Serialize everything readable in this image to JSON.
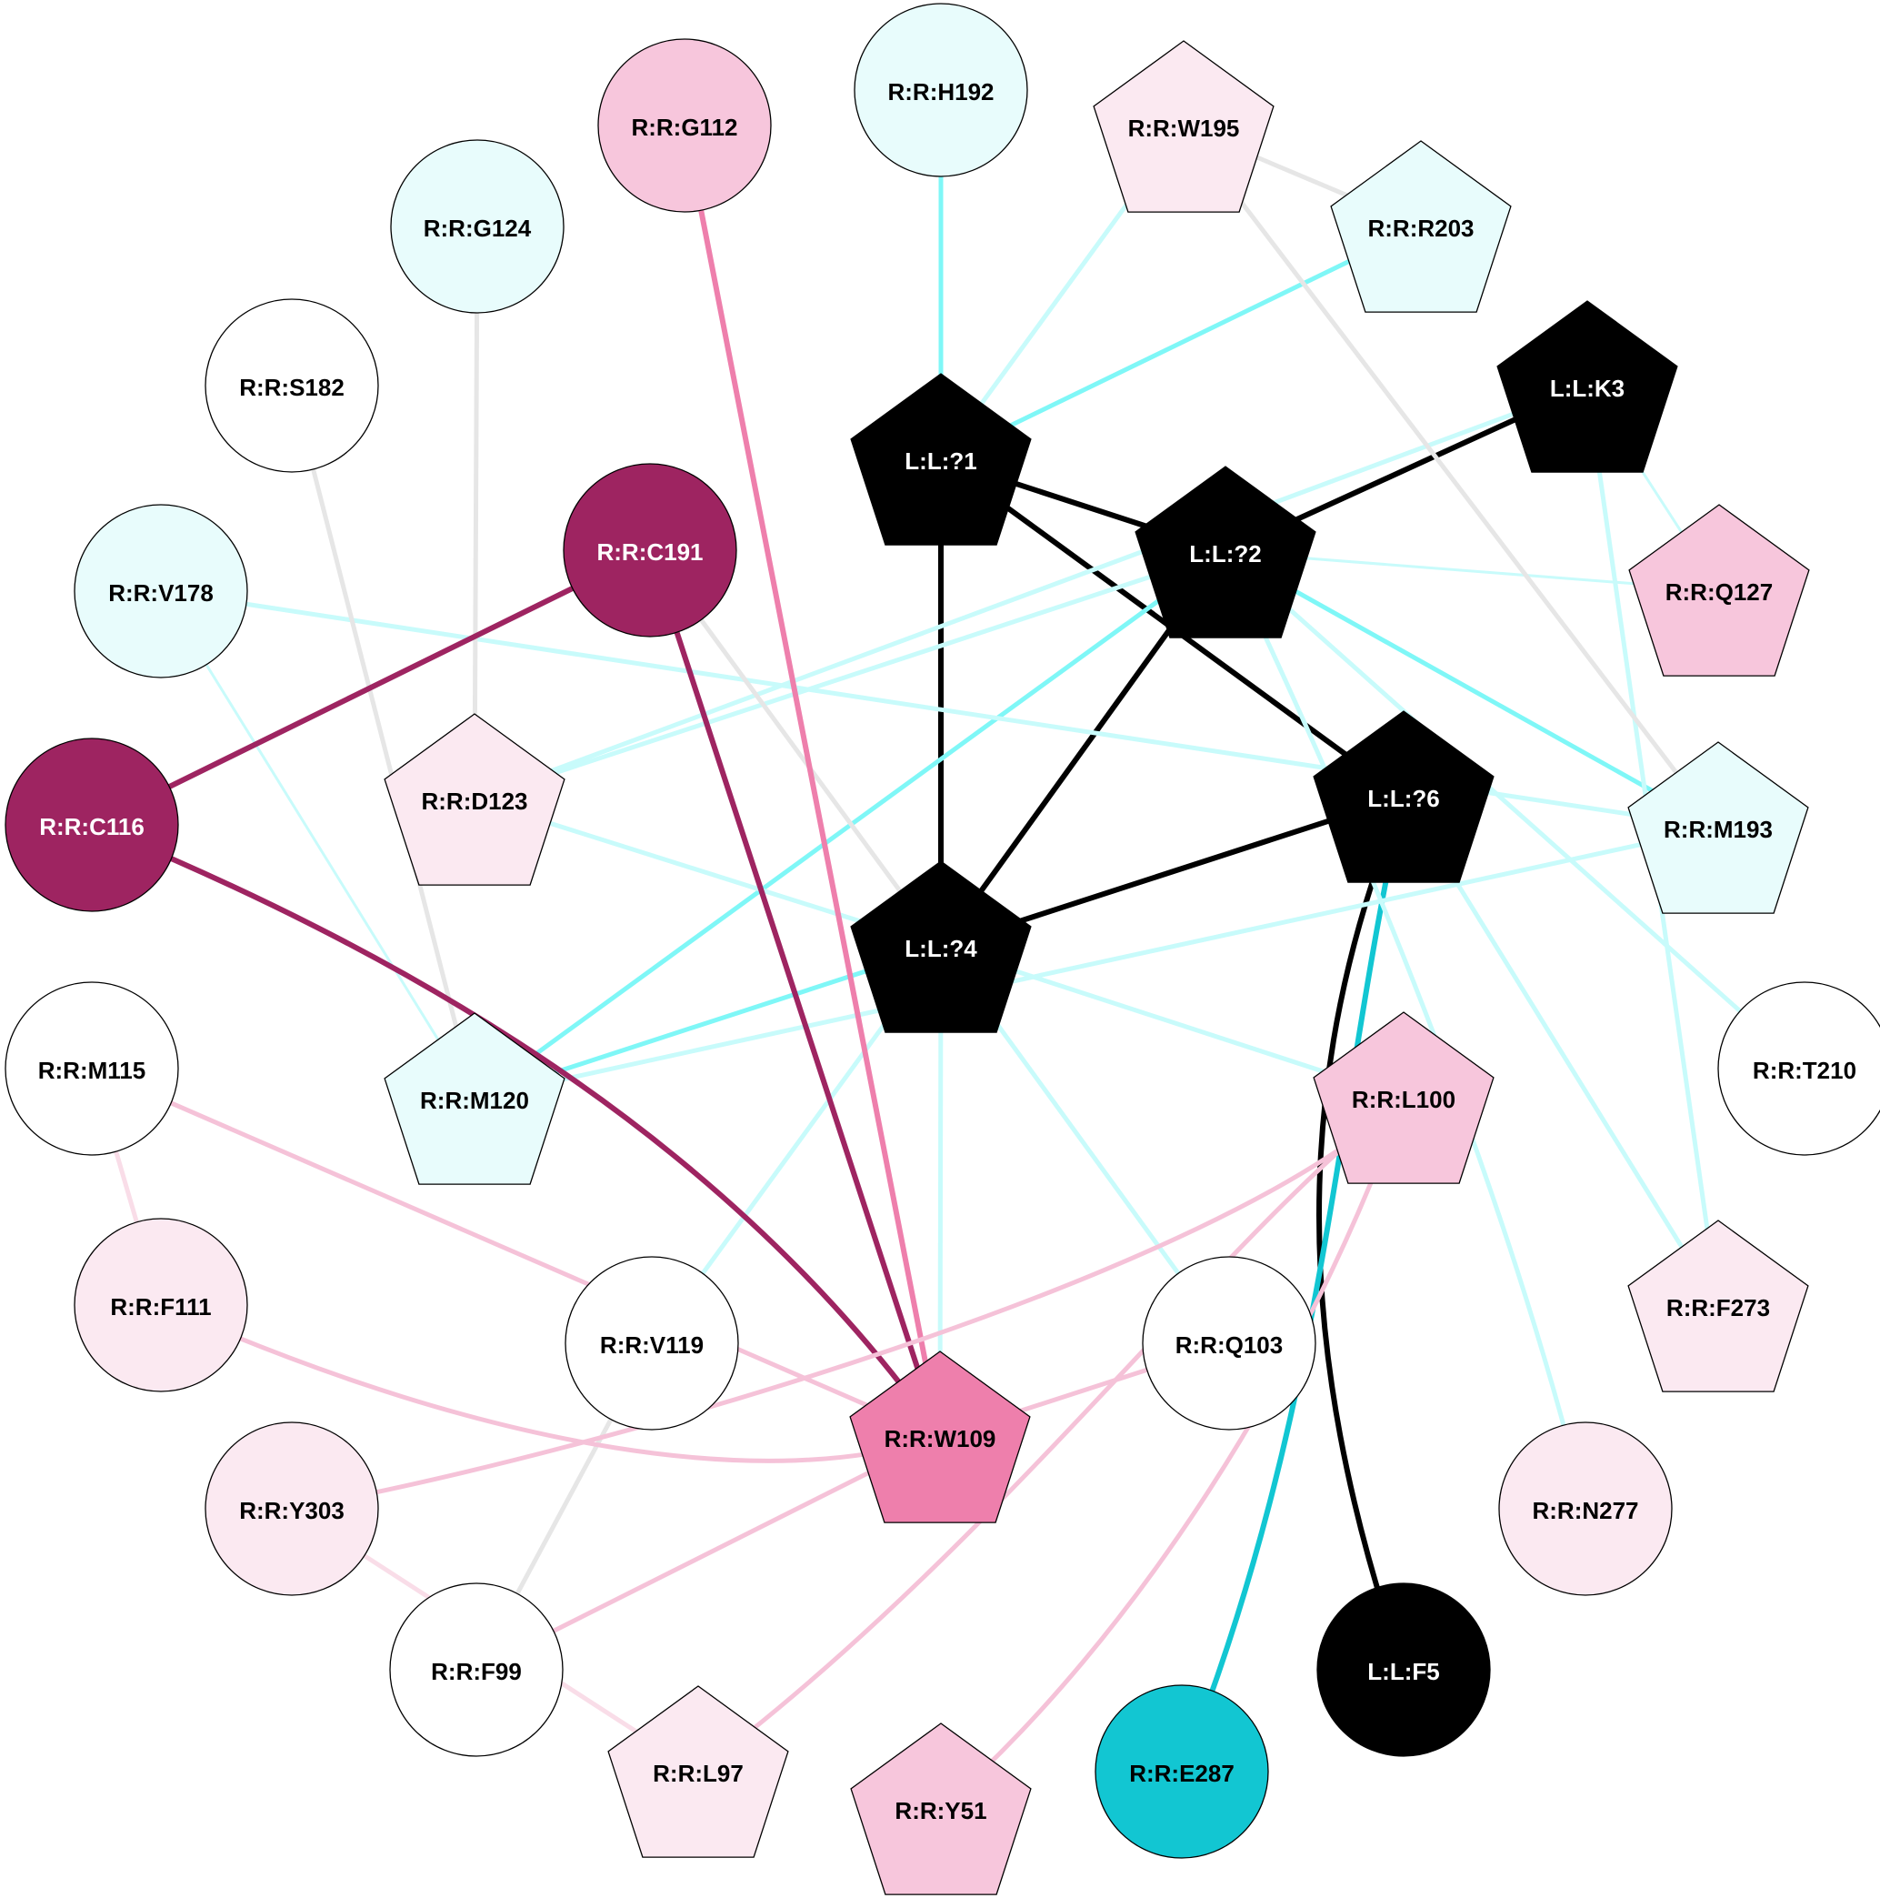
{
  "colors": {
    "black": "#000000",
    "white": "#ffffff",
    "light_cyan": "#e8fcfc",
    "pale_pink": "#fbe9f1",
    "pink": "#f7c6dc",
    "hot_pink": "#ee7fac",
    "maroon": "#9e2461",
    "teal": "#12c6d2",
    "edge_cyan": "#7ff7f7",
    "edge_light_cyan": "#c8fbfb",
    "edge_gray": "#e6e6e6",
    "edge_pink": "#f5c2d8",
    "edge_pale_pink": "#f9dde8"
  },
  "nodes": [
    {
      "id": "H192",
      "label": "R:R:H192",
      "shape": "circle",
      "fill": "light_cyan"
    },
    {
      "id": "G112",
      "label": "R:R:G112",
      "shape": "circle",
      "fill": "pink"
    },
    {
      "id": "W195",
      "label": "R:R:W195",
      "shape": "pentagon",
      "fill": "pale_pink"
    },
    {
      "id": "R203",
      "label": "R:R:R203",
      "shape": "pentagon",
      "fill": "light_cyan"
    },
    {
      "id": "G124",
      "label": "R:R:G124",
      "shape": "circle",
      "fill": "light_cyan"
    },
    {
      "id": "K3",
      "label": "L:L:K3",
      "shape": "pentagon",
      "fill": "black"
    },
    {
      "id": "S182",
      "label": "R:R:S182",
      "shape": "circle",
      "fill": "white"
    },
    {
      "id": "L1",
      "label": "L:L:?1",
      "shape": "pentagon",
      "fill": "black"
    },
    {
      "id": "C191",
      "label": "R:R:C191",
      "shape": "circle",
      "fill": "maroon"
    },
    {
      "id": "L2",
      "label": "L:L:?2",
      "shape": "pentagon",
      "fill": "black"
    },
    {
      "id": "Q127",
      "label": "R:R:Q127",
      "shape": "pentagon",
      "fill": "pink"
    },
    {
      "id": "V178",
      "label": "R:R:V178",
      "shape": "circle",
      "fill": "light_cyan"
    },
    {
      "id": "D123",
      "label": "R:R:D123",
      "shape": "pentagon",
      "fill": "pale_pink"
    },
    {
      "id": "L6",
      "label": "L:L:?6",
      "shape": "pentagon",
      "fill": "black"
    },
    {
      "id": "C116",
      "label": "R:R:C116",
      "shape": "circle",
      "fill": "maroon"
    },
    {
      "id": "M193",
      "label": "R:R:M193",
      "shape": "pentagon",
      "fill": "light_cyan"
    },
    {
      "id": "L4",
      "label": "L:L:?4",
      "shape": "pentagon",
      "fill": "black"
    },
    {
      "id": "M115",
      "label": "R:R:M115",
      "shape": "circle",
      "fill": "white"
    },
    {
      "id": "M120",
      "label": "R:R:M120",
      "shape": "pentagon",
      "fill": "light_cyan"
    },
    {
      "id": "L100",
      "label": "R:R:L100",
      "shape": "pentagon",
      "fill": "pink"
    },
    {
      "id": "T210",
      "label": "R:R:T210",
      "shape": "circle",
      "fill": "white"
    },
    {
      "id": "F111",
      "label": "R:R:F111",
      "shape": "circle",
      "fill": "pale_pink"
    },
    {
      "id": "V119",
      "label": "R:R:V119",
      "shape": "circle",
      "fill": "white"
    },
    {
      "id": "Q103",
      "label": "R:R:Q103",
      "shape": "circle",
      "fill": "white"
    },
    {
      "id": "F273",
      "label": "R:R:F273",
      "shape": "pentagon",
      "fill": "pale_pink"
    },
    {
      "id": "W109",
      "label": "R:R:W109",
      "shape": "pentagon",
      "fill": "hot_pink"
    },
    {
      "id": "Y303",
      "label": "R:R:Y303",
      "shape": "circle",
      "fill": "pale_pink"
    },
    {
      "id": "N277",
      "label": "R:R:N277",
      "shape": "circle",
      "fill": "pale_pink"
    },
    {
      "id": "F99",
      "label": "R:R:F99",
      "shape": "circle",
      "fill": "white"
    },
    {
      "id": "L97",
      "label": "R:R:L97",
      "shape": "pentagon",
      "fill": "pale_pink"
    },
    {
      "id": "Y51",
      "label": "R:R:Y51",
      "shape": "pentagon",
      "fill": "pink"
    },
    {
      "id": "E287",
      "label": "R:R:E287",
      "shape": "circle",
      "fill": "teal"
    },
    {
      "id": "F5",
      "label": "L:L:F5",
      "shape": "circle",
      "fill": "black"
    }
  ],
  "edges": [
    {
      "from": "L1",
      "to": "L2",
      "color": "black",
      "weight": "strong"
    },
    {
      "from": "L1",
      "to": "L4",
      "color": "black",
      "weight": "strong"
    },
    {
      "from": "L1",
      "to": "L6",
      "color": "black",
      "weight": "strong"
    },
    {
      "from": "L2",
      "to": "K3",
      "color": "black",
      "weight": "strong"
    },
    {
      "from": "L2",
      "to": "L4",
      "color": "black",
      "weight": "strong"
    },
    {
      "from": "L6",
      "to": "L4",
      "color": "black",
      "weight": "strong"
    },
    {
      "from": "L6",
      "to": "F5",
      "color": "black",
      "weight": "strong",
      "curved": true
    },
    {
      "from": "L6",
      "to": "E287",
      "color": "teal",
      "weight": "strong",
      "curved": true
    },
    {
      "from": "H192",
      "to": "L1",
      "color": "edge_cyan",
      "weight": "medium"
    },
    {
      "from": "R203",
      "to": "L1",
      "color": "edge_cyan",
      "weight": "medium"
    },
    {
      "from": "W195",
      "to": "L1",
      "color": "edge_light_cyan",
      "weight": "medium"
    },
    {
      "from": "L2",
      "to": "M193",
      "color": "edge_cyan",
      "weight": "medium"
    },
    {
      "from": "L2",
      "to": "M120",
      "color": "edge_cyan",
      "weight": "medium"
    },
    {
      "from": "L4",
      "to": "M120",
      "color": "edge_cyan",
      "weight": "medium"
    },
    {
      "from": "K3",
      "to": "D123",
      "color": "edge_light_cyan",
      "weight": "medium"
    },
    {
      "from": "K3",
      "to": "Q127",
      "color": "edge_light_cyan",
      "weight": "light"
    },
    {
      "from": "K3",
      "to": "F273",
      "color": "edge_light_cyan",
      "weight": "medium"
    },
    {
      "from": "L2",
      "to": "D123",
      "color": "edge_light_cyan",
      "weight": "medium"
    },
    {
      "from": "L2",
      "to": "T210",
      "color": "edge_light_cyan",
      "weight": "medium"
    },
    {
      "from": "L2",
      "to": "Q127",
      "color": "edge_light_cyan",
      "weight": "light"
    },
    {
      "from": "L2",
      "to": "N277",
      "color": "edge_light_cyan",
      "weight": "medium",
      "curved": true
    },
    {
      "from": "L6",
      "to": "F273",
      "color": "edge_light_cyan",
      "weight": "medium"
    },
    {
      "from": "L4",
      "to": "V119",
      "color": "edge_light_cyan",
      "weight": "medium"
    },
    {
      "from": "L4",
      "to": "Q103",
      "color": "edge_light_cyan",
      "weight": "medium"
    },
    {
      "from": "L4",
      "to": "W109",
      "color": "edge_light_cyan",
      "weight": "medium"
    },
    {
      "from": "L4",
      "to": "D123",
      "color": "edge_light_cyan",
      "weight": "medium"
    },
    {
      "from": "L4",
      "to": "L100",
      "color": "edge_light_cyan",
      "weight": "medium"
    },
    {
      "from": "V178",
      "to": "M120",
      "color": "edge_light_cyan",
      "weight": "light"
    },
    {
      "from": "V178",
      "to": "M193",
      "color": "edge_light_cyan",
      "weight": "medium"
    },
    {
      "from": "M120",
      "to": "M193",
      "color": "edge_light_cyan",
      "weight": "medium"
    },
    {
      "from": "W195",
      "to": "R203",
      "color": "edge_gray",
      "weight": "medium"
    },
    {
      "from": "W195",
      "to": "M193",
      "color": "edge_gray",
      "weight": "medium"
    },
    {
      "from": "G124",
      "to": "D123",
      "color": "edge_gray",
      "weight": "medium"
    },
    {
      "from": "S182",
      "to": "M120",
      "color": "edge_gray",
      "weight": "medium"
    },
    {
      "from": "C191",
      "to": "L4",
      "color": "edge_gray",
      "weight": "medium"
    },
    {
      "from": "V119",
      "to": "F99",
      "color": "edge_gray",
      "weight": "medium"
    },
    {
      "from": "C191",
      "to": "C116",
      "color": "maroon",
      "weight": "strong"
    },
    {
      "from": "C191",
      "to": "W109",
      "color": "maroon",
      "weight": "strong"
    },
    {
      "from": "C116",
      "to": "W109",
      "color": "maroon",
      "weight": "strong",
      "curved": true
    },
    {
      "from": "G112",
      "to": "W109",
      "color": "hot_pink",
      "weight": "strong"
    },
    {
      "from": "M115",
      "to": "W109",
      "color": "edge_pink",
      "weight": "medium"
    },
    {
      "from": "F111",
      "to": "W109",
      "color": "edge_pink",
      "weight": "medium",
      "curved": true
    },
    {
      "from": "Q103",
      "to": "W109",
      "color": "edge_pink",
      "weight": "medium"
    },
    {
      "from": "F99",
      "to": "W109",
      "color": "edge_pink",
      "weight": "medium"
    },
    {
      "from": "L100",
      "to": "Y303",
      "color": "edge_pink",
      "weight": "medium",
      "curved": true
    },
    {
      "from": "L100",
      "to": "L97",
      "color": "edge_pink",
      "weight": "medium",
      "curved": true
    },
    {
      "from": "L100",
      "to": "Y51",
      "color": "edge_pink",
      "weight": "medium",
      "curved": true
    },
    {
      "from": "M115",
      "to": "F111",
      "color": "edge_pale_pink",
      "weight": "medium"
    },
    {
      "from": "Y303",
      "to": "L97",
      "color": "edge_pale_pink",
      "weight": "medium"
    }
  ]
}
